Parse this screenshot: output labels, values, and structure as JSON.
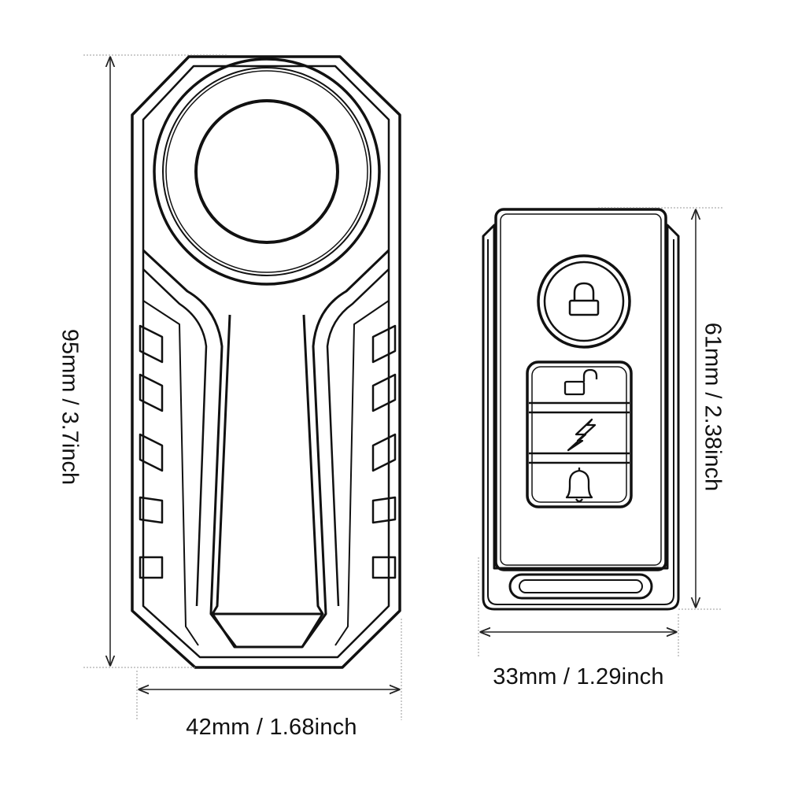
{
  "dimensions": {
    "alarm_height": "95mm / 3.7inch",
    "alarm_width": "42mm / 1.68inch",
    "remote_height": "61mm / 2.38inch",
    "remote_width": "33mm / 1.29inch"
  },
  "icons": {
    "remote_button_1": "lock-icon",
    "remote_button_2": "unlock-icon",
    "remote_button_3": "lightning-icon",
    "remote_button_4": "bell-icon"
  },
  "colors": {
    "line": "#111111",
    "dimension_line": "#222222",
    "guide": "#9a9a9a",
    "background": "#ffffff"
  }
}
